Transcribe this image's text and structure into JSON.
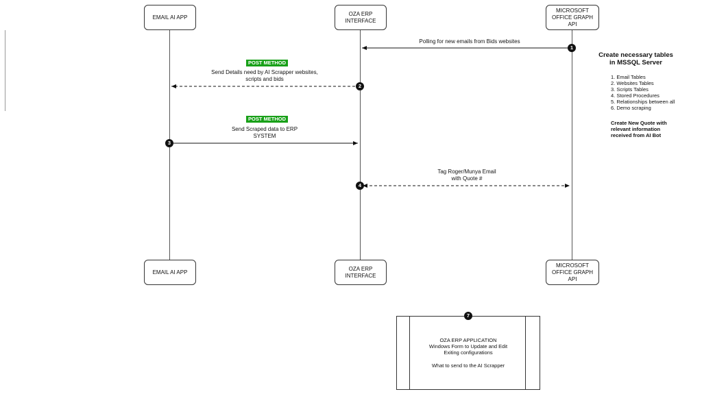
{
  "participants": {
    "email_app": "EMAIL AI APP",
    "erp_interface": "OZA ERP INTERFACE",
    "graph_api": "MICROSOFT OFFICE GRAPH API"
  },
  "messages": {
    "m1": {
      "badge": "1",
      "text": "Polling for new emails from Bids websites"
    },
    "m2": {
      "badge": "2",
      "method": "POST METHOD",
      "text": "Send Details need by AI Scrapper websites, scripts and bids"
    },
    "m3": {
      "badge": "3",
      "method": "POST METHOD",
      "text": "Send Scraped data to ERP SYSTEM"
    },
    "m4": {
      "badge": "4",
      "text": "Tag Roger/Munya Email with Quote #"
    }
  },
  "note": {
    "title": "Create necessary tables in MSSQL Server",
    "items": [
      "1. Email Tables",
      "2. Websites Tables",
      "3. Scripts Tables",
      "4. Stored Procedures",
      "5. Relationships between all",
      "6. Demo scraping"
    ],
    "subtitle": "Create New Quote with relevant information received from AI Bot"
  },
  "application": {
    "badge": "7",
    "title": "OZA ERP APPLICATION",
    "description": "Windows Form to Update and Edit Exiting configurations",
    "footer": "What to send to the AI Scrapper"
  }
}
